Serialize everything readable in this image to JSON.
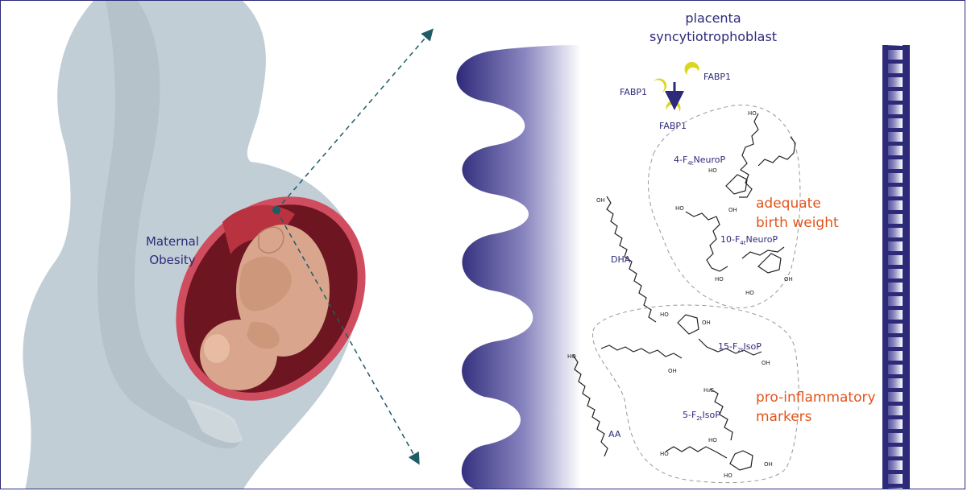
{
  "labels": {
    "placenta": "placenta",
    "syncytiotrophoblast": "syncytiotrophoblast",
    "maternal": "Maternal",
    "obesity": "Obesity",
    "fabp_top_right": "FABP1",
    "fabp_left": "FABP1",
    "fabp_bottom": "FABP1",
    "dha": "DHA",
    "aa": "AA",
    "neurop4_pre": "4-F",
    "neurop4_sub": "4t",
    "neurop4_post": "NeuroP",
    "neurop10_pre": "10-F",
    "neurop10_sub": "4t",
    "neurop10_post": "NeuroP",
    "isop15_pre": "15-F",
    "isop15_sub": "2t",
    "isop15_post": "IsoP",
    "isop5_pre": "5-F",
    "isop5_sub": "2t",
    "isop5_post": "IsoP",
    "adequate_line1": "adequate",
    "adequate_line2": "birth weight",
    "proinfl_line1": "pro-inflammatory",
    "proinfl_line2": "markers"
  },
  "colors": {
    "navy": "#2e2a7a",
    "orange": "#e2541b",
    "fabp_yellow": "#d8d81e",
    "mother": "#c2ced5",
    "uterus": "#cf4d5f",
    "fetus": "#d9a58c",
    "teal": "#1f5c68"
  }
}
